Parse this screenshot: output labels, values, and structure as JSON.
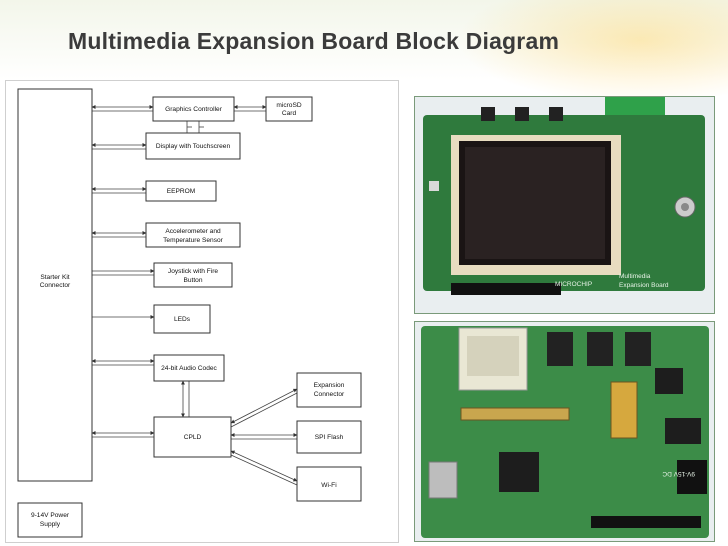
{
  "slide": {
    "title": "Multimedia Expansion Board Block Diagram"
  },
  "diagram": {
    "blocks": [
      {
        "id": "starter_kit",
        "lines": [
          "Starter Kit",
          "Connector"
        ]
      },
      {
        "id": "graphics_controller",
        "lines": [
          "Graphics Controller"
        ]
      },
      {
        "id": "microsd",
        "lines": [
          "microSD",
          "Card"
        ]
      },
      {
        "id": "display",
        "lines": [
          "Display with Touchscreen"
        ]
      },
      {
        "id": "eeprom",
        "lines": [
          "EEPROM"
        ]
      },
      {
        "id": "accelerometer",
        "lines": [
          "Accelerometer and",
          "Temperature Sensor"
        ]
      },
      {
        "id": "joystick",
        "lines": [
          "Joystick with Fire",
          "Button"
        ]
      },
      {
        "id": "leds",
        "lines": [
          "LEDs"
        ]
      },
      {
        "id": "audio_codec",
        "lines": [
          "24-bit Audio Codec"
        ]
      },
      {
        "id": "cpld",
        "lines": [
          "CPLD"
        ]
      },
      {
        "id": "expansion",
        "lines": [
          "Expansion",
          "Connector"
        ]
      },
      {
        "id": "spi_flash",
        "lines": [
          "SPI Flash"
        ]
      },
      {
        "id": "wifi",
        "lines": [
          "Wi-Fi"
        ]
      },
      {
        "id": "power",
        "lines": [
          "9-14V Power",
          "Supply"
        ]
      }
    ]
  },
  "photos": {
    "top_board": {
      "screen_brand": "MICROCHIP",
      "board_name": [
        "Multimedia",
        "Expansion Board"
      ]
    },
    "bottom_board": {
      "power_label": "9V-15V DC"
    }
  }
}
